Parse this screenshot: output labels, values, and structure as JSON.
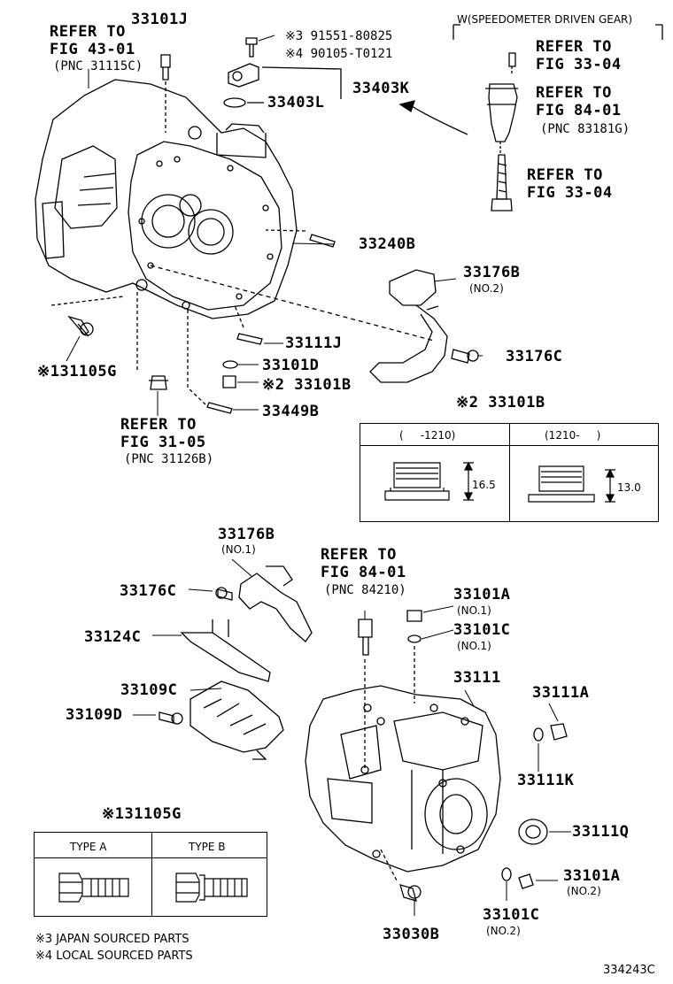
{
  "labels": {
    "p33101J": "33101J",
    "refer_43_01": "REFER TO",
    "fig_43_01": "FIG 43-01",
    "pnc_31115c": "(PNC 31115C)",
    "note3_91551": "※3 91551-80825",
    "note4_90105": "※4 90105-T0121",
    "p33403K": "33403K",
    "p33403L": "33403L",
    "w_speedo": "W(SPEEDOMETER DRIVEN GEAR)",
    "refer_33_04a": "REFER TO",
    "fig_33_04a": "FIG 33-04",
    "refer_84_01a": "REFER TO",
    "fig_84_01a": "FIG 84-01",
    "pnc_83181g": "(PNC 83181G)",
    "refer_33_04b": "REFER TO",
    "fig_33_04b": "FIG 33-04",
    "p33240B": "33240B",
    "p33176B_top": "33176B",
    "no2_33176B": "(NO.2)",
    "p33176C_top": "33176C",
    "p33111J": "33111J",
    "p33101D": "33101D",
    "p33101B": "※2 33101B",
    "p33449B": "33449B",
    "p31105G_top": "※131105G",
    "refer_31_05": "REFER TO",
    "fig_31_05": "FIG 31-05",
    "pnc_31126b": "(PNC 31126B)",
    "p33101B_table_title": "※2 33101B",
    "tbl_col1": "(     -1210)",
    "tbl_col2": "(1210-     )",
    "tbl_dim1": "16.5",
    "tbl_dim2": "13.0",
    "p33176B_bot": "33176B",
    "no1_33176B": "(NO.1)",
    "p33176C_bot": "33176C",
    "refer_84_01b": "REFER TO",
    "fig_84_01b": "FIG 84-01",
    "pnc_84210": "(PNC 84210)",
    "p33124C": "33124C",
    "p33101A_top": "33101A",
    "no1_33101A": "(NO.1)",
    "p33101C_top": "33101C",
    "no1_33101C": "(NO.1)",
    "p33109C": "33109C",
    "p33109D": "33109D",
    "p33111": "33111",
    "p33111A": "33111A",
    "p33111K": "33111K",
    "p31105G_bot": "※131105G",
    "type_a": "TYPE A",
    "type_b": "TYPE B",
    "p33111Q": "33111Q",
    "p33101A_bot": "33101A",
    "no2_33101A": "(NO.2)",
    "p33030B": "33030B",
    "p33101C_bot": "33101C",
    "no2_33101C": "(NO.2)",
    "note3_japan": "※3 JAPAN SOURCED PARTS",
    "note4_local": "※4 LOCAL SOURCED PARTS",
    "fig_code": "334243C"
  },
  "colors": {
    "ink": "#000000",
    "paper": "#ffffff"
  }
}
